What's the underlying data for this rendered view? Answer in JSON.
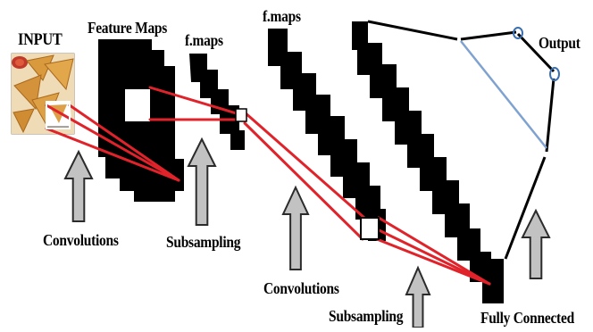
{
  "diagram": {
    "labels": {
      "input": "INPUT",
      "feature_maps": "Feature Maps",
      "f_maps_1": "f.maps",
      "f_maps_2": "f.maps",
      "output": "Output",
      "convolutions_1": "Convolutions",
      "subsampling_1": "Subsampling",
      "convolutions_2": "Convolutions",
      "subsampling_2": "Subsampling",
      "fully_connected": "Fully Connected"
    },
    "colors": {
      "maps": "#000000",
      "connection_lines": "#e0232b",
      "output_connector": "#7fa2d0",
      "arrow_fill": "#c2c2c2",
      "arrow_stroke": "#2b2b2b",
      "input_image_bg": "#f4e2c2",
      "samosa": "#d99a3e"
    },
    "input_image": {
      "icon": "samosa-photo"
    }
  }
}
